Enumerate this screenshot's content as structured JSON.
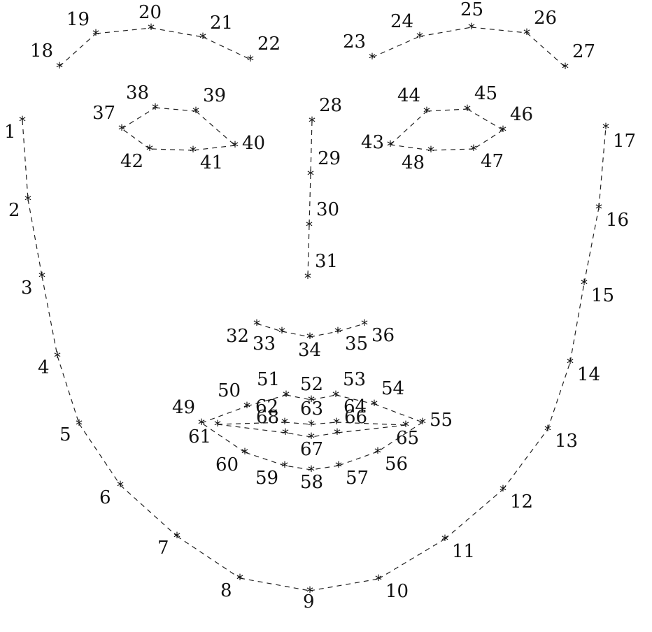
{
  "marker_glyph": "*",
  "line_style": "dashed",
  "landmarks": [
    {
      "id": 1,
      "label": "1"
    },
    {
      "id": 2,
      "label": "2"
    },
    {
      "id": 3,
      "label": "3"
    },
    {
      "id": 4,
      "label": "4"
    },
    {
      "id": 5,
      "label": "5"
    },
    {
      "id": 6,
      "label": "6"
    },
    {
      "id": 7,
      "label": "7"
    },
    {
      "id": 8,
      "label": "8"
    },
    {
      "id": 9,
      "label": "9"
    },
    {
      "id": 10,
      "label": "10"
    },
    {
      "id": 11,
      "label": "11"
    },
    {
      "id": 12,
      "label": "12"
    },
    {
      "id": 13,
      "label": "13"
    },
    {
      "id": 14,
      "label": "14"
    },
    {
      "id": 15,
      "label": "15"
    },
    {
      "id": 16,
      "label": "16"
    },
    {
      "id": 17,
      "label": "17"
    },
    {
      "id": 18,
      "label": "18"
    },
    {
      "id": 19,
      "label": "19"
    },
    {
      "id": 20,
      "label": "20"
    },
    {
      "id": 21,
      "label": "21"
    },
    {
      "id": 22,
      "label": "22"
    },
    {
      "id": 23,
      "label": "23"
    },
    {
      "id": 24,
      "label": "24"
    },
    {
      "id": 25,
      "label": "25"
    },
    {
      "id": 26,
      "label": "26"
    },
    {
      "id": 27,
      "label": "27"
    },
    {
      "id": 28,
      "label": "28"
    },
    {
      "id": 29,
      "label": "29"
    },
    {
      "id": 30,
      "label": "30"
    },
    {
      "id": 31,
      "label": "31"
    },
    {
      "id": 32,
      "label": "32"
    },
    {
      "id": 33,
      "label": "33"
    },
    {
      "id": 34,
      "label": "34"
    },
    {
      "id": 35,
      "label": "35"
    },
    {
      "id": 36,
      "label": "36"
    },
    {
      "id": 37,
      "label": "37"
    },
    {
      "id": 38,
      "label": "38"
    },
    {
      "id": 39,
      "label": "39"
    },
    {
      "id": 40,
      "label": "40"
    },
    {
      "id": 41,
      "label": "41"
    },
    {
      "id": 42,
      "label": "42"
    },
    {
      "id": 43,
      "label": "43"
    },
    {
      "id": 44,
      "label": "44"
    },
    {
      "id": 45,
      "label": "45"
    },
    {
      "id": 46,
      "label": "46"
    },
    {
      "id": 47,
      "label": "47"
    },
    {
      "id": 48,
      "label": "48"
    },
    {
      "id": 49,
      "label": "49"
    },
    {
      "id": 50,
      "label": "50"
    },
    {
      "id": 51,
      "label": "51"
    },
    {
      "id": 52,
      "label": "52"
    },
    {
      "id": 53,
      "label": "53"
    },
    {
      "id": 54,
      "label": "54"
    },
    {
      "id": 55,
      "label": "55"
    },
    {
      "id": 56,
      "label": "56"
    },
    {
      "id": 57,
      "label": "57"
    },
    {
      "id": 58,
      "label": "58"
    },
    {
      "id": 59,
      "label": "59"
    },
    {
      "id": 60,
      "label": "60"
    },
    {
      "id": 61,
      "label": "61"
    },
    {
      "id": 62,
      "label": "62"
    },
    {
      "id": 63,
      "label": "63"
    },
    {
      "id": 64,
      "label": "64"
    },
    {
      "id": 65,
      "label": "65"
    },
    {
      "id": 66,
      "label": "66"
    },
    {
      "id": 67,
      "label": "67"
    },
    {
      "id": 68,
      "label": "68"
    }
  ],
  "contours": [
    {
      "name": "jaw",
      "closed": false,
      "ids": [
        1,
        2,
        3,
        4,
        5,
        6,
        7,
        8,
        9,
        10,
        11,
        12,
        13,
        14,
        15,
        16,
        17
      ]
    },
    {
      "name": "right-eyebrow",
      "closed": false,
      "ids": [
        18,
        19,
        20,
        21,
        22
      ]
    },
    {
      "name": "left-eyebrow",
      "closed": false,
      "ids": [
        23,
        24,
        25,
        26,
        27
      ]
    },
    {
      "name": "nose-bridge",
      "closed": false,
      "ids": [
        28,
        29,
        30,
        31
      ]
    },
    {
      "name": "nose-bottom",
      "closed": false,
      "ids": [
        32,
        33,
        34,
        35,
        36
      ]
    },
    {
      "name": "right-eye",
      "closed": true,
      "ids": [
        37,
        38,
        39,
        40,
        41,
        42
      ]
    },
    {
      "name": "left-eye",
      "closed": true,
      "ids": [
        43,
        44,
        45,
        46,
        47,
        48
      ]
    },
    {
      "name": "outer-lip",
      "closed": true,
      "ids": [
        49,
        50,
        51,
        52,
        53,
        54,
        55,
        56,
        57,
        58,
        59,
        60
      ]
    },
    {
      "name": "inner-lip",
      "closed": true,
      "ids": [
        61,
        62,
        63,
        64,
        65,
        66,
        67,
        68
      ]
    }
  ]
}
